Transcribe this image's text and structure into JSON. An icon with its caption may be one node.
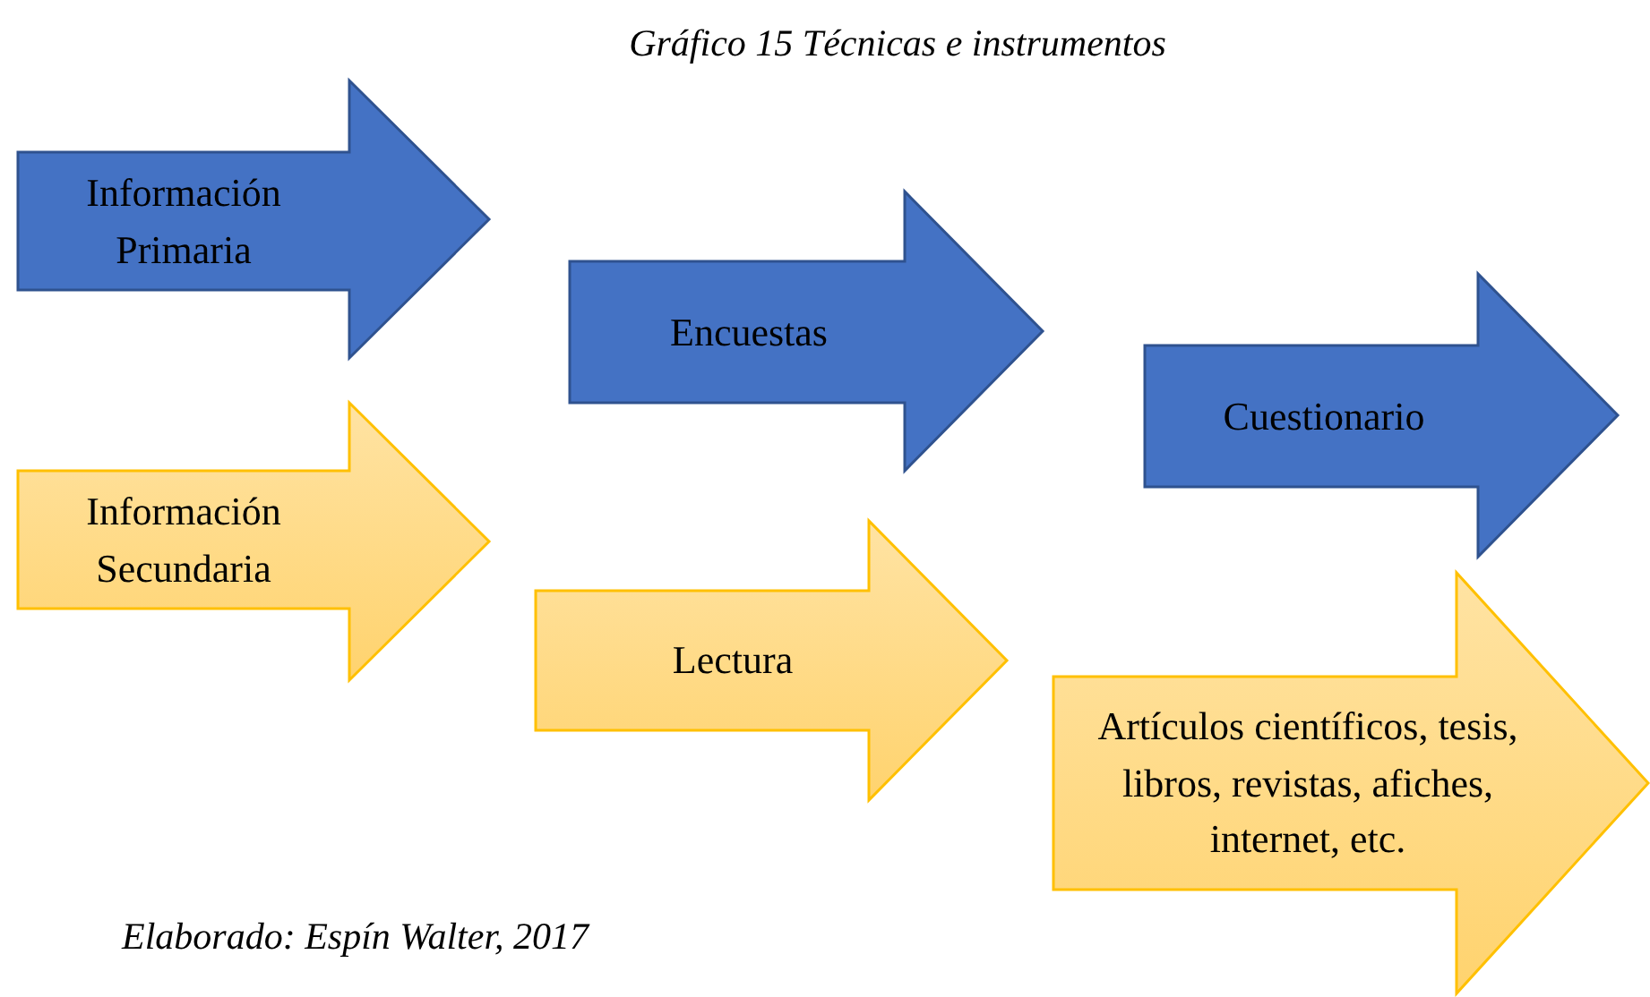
{
  "diagram": {
    "title": "Gráfico 15 Técnicas e instrumentos",
    "caption": "Elaborado: Espín Walter, 2017",
    "nodes": [
      {
        "text": [
          "Información Primaria"
        ]
      },
      {
        "text": [
          "Encuestas"
        ]
      },
      {
        "text": [
          "Cuestionario"
        ]
      },
      {
        "text": [
          "Información Secundaria"
        ]
      },
      {
        "text": [
          "Lectura"
        ]
      },
      {
        "text": [
          "Artículos científicos, tesis, libros, revistas, afiches, internet, etc."
        ]
      }
    ]
  }
}
